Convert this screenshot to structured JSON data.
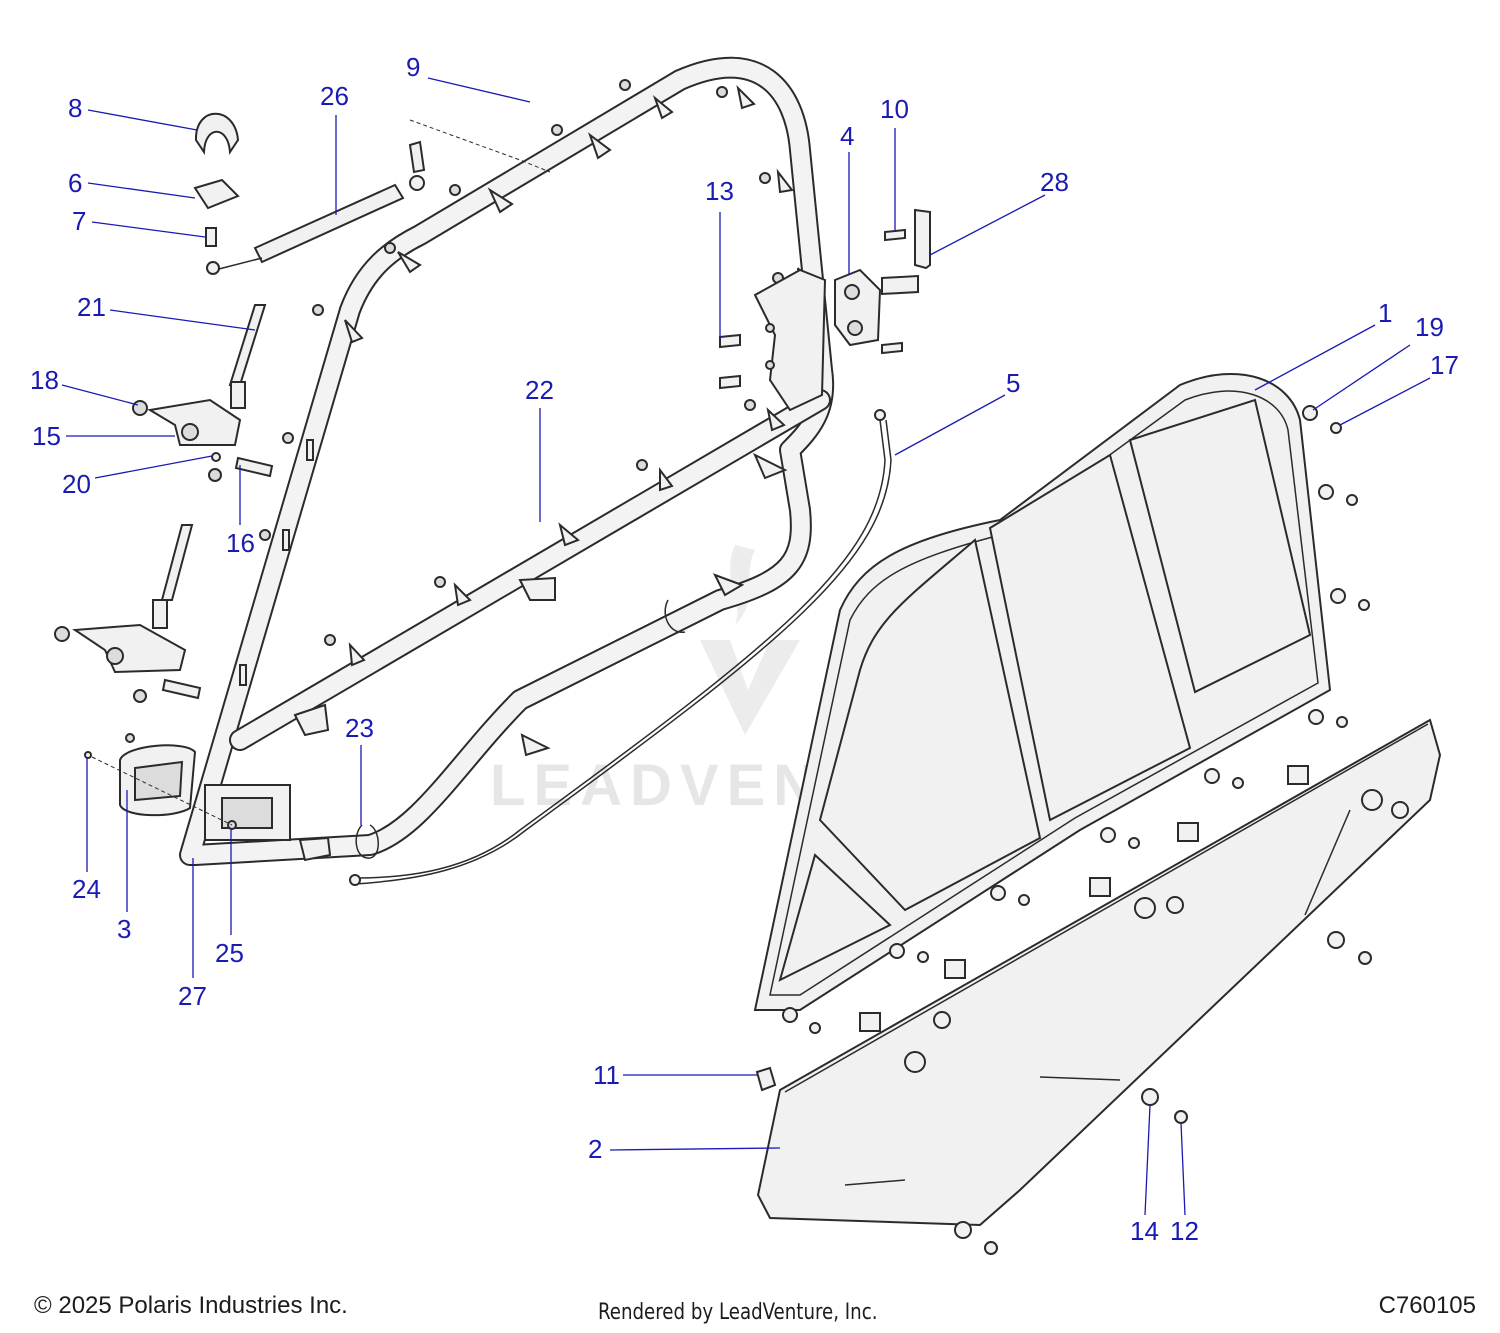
{
  "callouts": [
    {
      "id": "1",
      "label": "1"
    },
    {
      "id": "2",
      "label": "2"
    },
    {
      "id": "3",
      "label": "3"
    },
    {
      "id": "4",
      "label": "4"
    },
    {
      "id": "5",
      "label": "5"
    },
    {
      "id": "6",
      "label": "6"
    },
    {
      "id": "7",
      "label": "7"
    },
    {
      "id": "8",
      "label": "8"
    },
    {
      "id": "9",
      "label": "9"
    },
    {
      "id": "10",
      "label": "10"
    },
    {
      "id": "11",
      "label": "11"
    },
    {
      "id": "12",
      "label": "12"
    },
    {
      "id": "13",
      "label": "13"
    },
    {
      "id": "14",
      "label": "14"
    },
    {
      "id": "15",
      "label": "15"
    },
    {
      "id": "16",
      "label": "16"
    },
    {
      "id": "17",
      "label": "17"
    },
    {
      "id": "18",
      "label": "18"
    },
    {
      "id": "19",
      "label": "19"
    },
    {
      "id": "20",
      "label": "20"
    },
    {
      "id": "21",
      "label": "21"
    },
    {
      "id": "22",
      "label": "22"
    },
    {
      "id": "23",
      "label": "23"
    },
    {
      "id": "24",
      "label": "24"
    },
    {
      "id": "25",
      "label": "25"
    },
    {
      "id": "26",
      "label": "26"
    },
    {
      "id": "27",
      "label": "27"
    },
    {
      "id": "28",
      "label": "28"
    }
  ],
  "watermark": "LEADVENTURE",
  "footer": {
    "copyright": "© 2025 Polaris Industries Inc.",
    "rendered_by": "Rendered by LeadVenture, Inc.",
    "code": "C760105"
  },
  "colors": {
    "callout": "#1a1ab4",
    "line": "#2b2b2b",
    "fill": "#f1f1f1",
    "watermark": "#e6e6e6"
  }
}
